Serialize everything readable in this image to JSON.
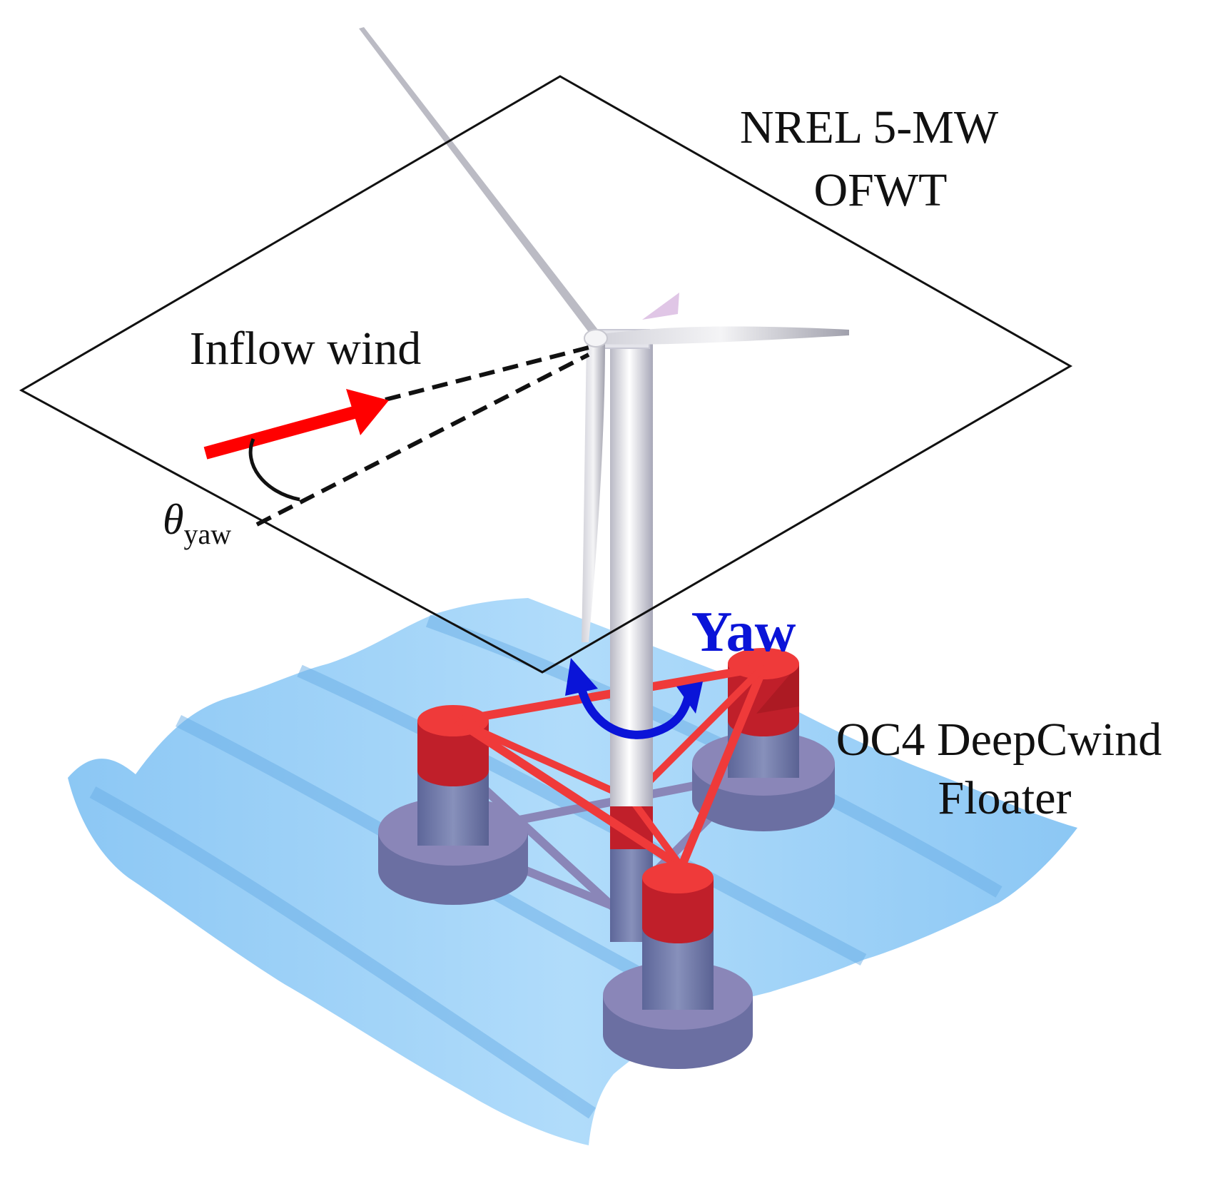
{
  "labels": {
    "turbine_line1": "NREL 5-MW",
    "turbine_line2": "OFWT",
    "inflow": "Inflow wind",
    "theta": "θ",
    "theta_sub": "yaw",
    "yaw": "Yaw",
    "floater_line1": "OC4 DeepCwind",
    "floater_line2": "Floater"
  },
  "colors": {
    "inflow_arrow": "#ff0000",
    "yaw_arrow": "#0a14d8",
    "yaw_label": "#0a14d8",
    "sea": "#8cc8f5",
    "floater_top": "#ef3a3a",
    "column": "#6f78a6",
    "tower": "#e9e9ee"
  },
  "icons": {
    "inflow": "red-arrow-icon",
    "yaw": "curved-double-arrow-icon"
  }
}
